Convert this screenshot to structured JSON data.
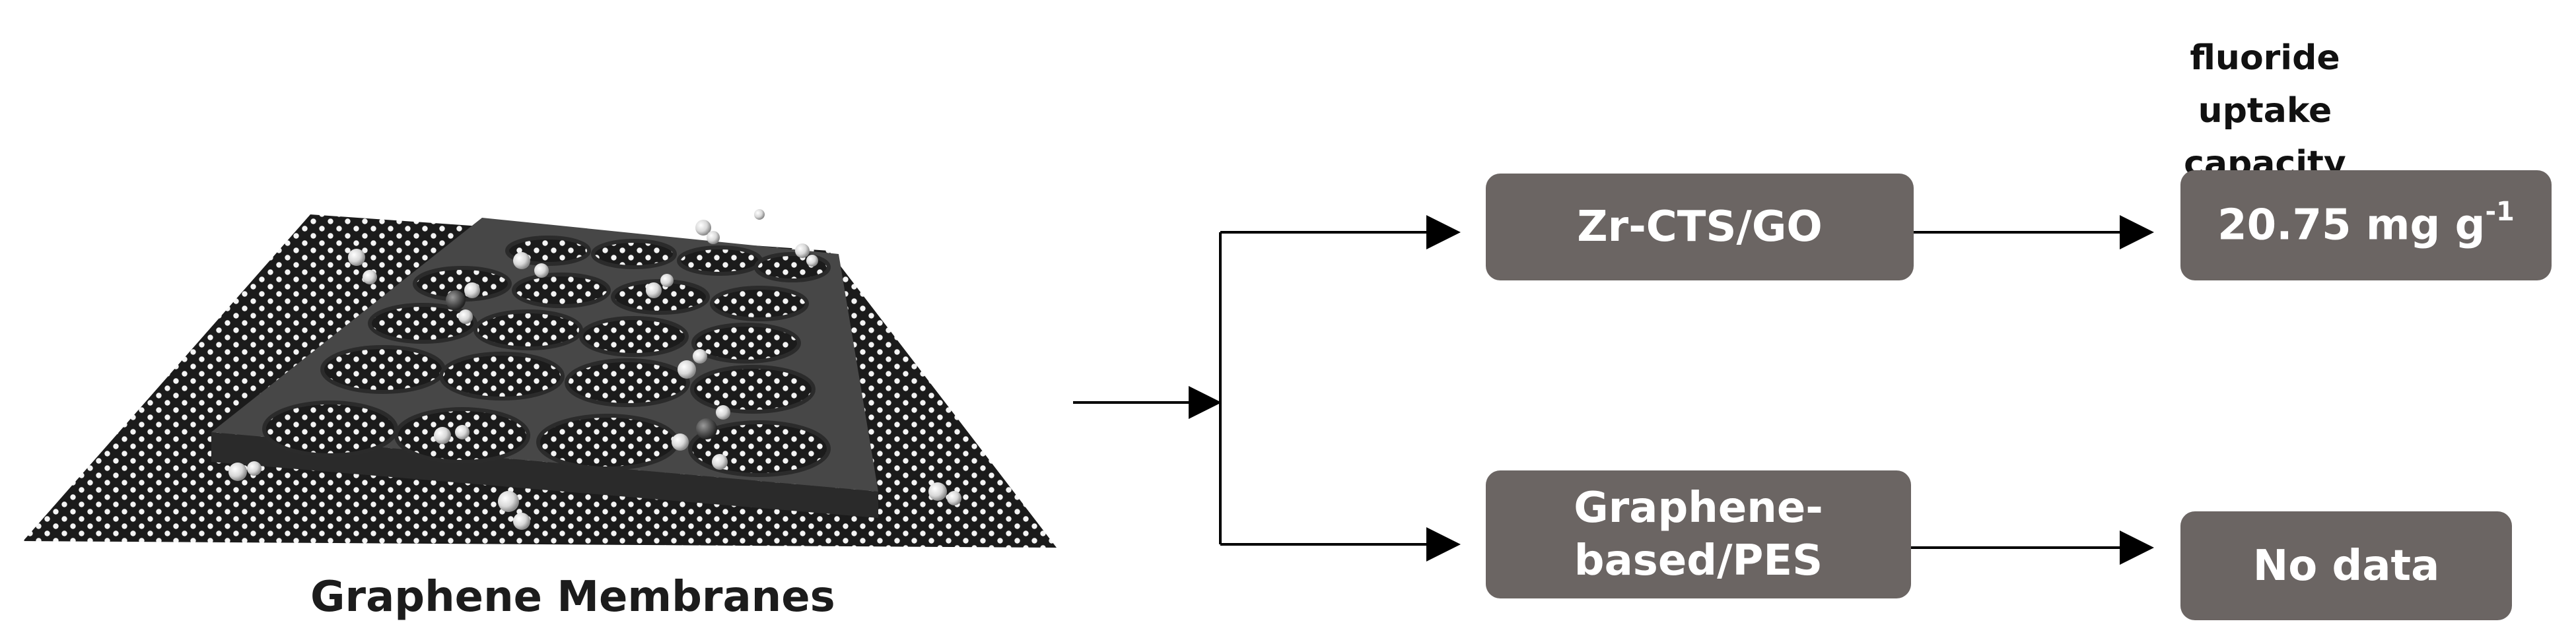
{
  "illustration": {
    "caption": "Graphene Membranes",
    "icon": "graphene-membrane-illustration"
  },
  "header": {
    "line1": "fluoride uptake",
    "line2": "capacity"
  },
  "boxes": {
    "zr_cts_go": "Zr-CTS/GO",
    "graphene_pes_line1": "Graphene-",
    "graphene_pes_line2": "based/PES",
    "capacity_value": "20.75 mg g",
    "capacity_exponent": "-1",
    "no_data": "No data"
  },
  "colors": {
    "box_fill": "#6b6563",
    "box_text": "#ffffff",
    "arrow": "#000000",
    "membrane": "#3a3a3a"
  }
}
